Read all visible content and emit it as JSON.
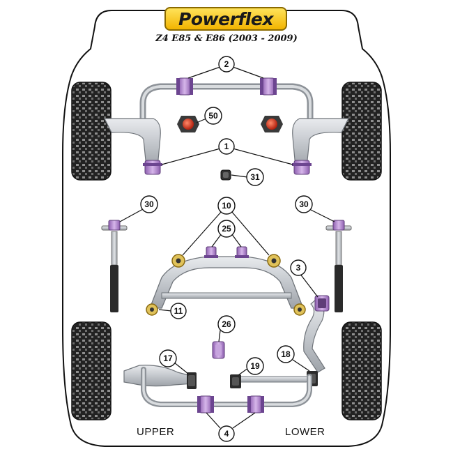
{
  "brand": {
    "logo_text": "Powerflex"
  },
  "vehicle": {
    "subtitle": "Z4 E85 & E86 (2003 - 2009)"
  },
  "labels": {
    "upper": "UPPER",
    "lower": "LOWER"
  },
  "callouts": {
    "c2": "2",
    "c50": "50",
    "c1": "1",
    "c31": "31",
    "c30a": "30",
    "c10": "10",
    "c30b": "30",
    "c25": "25",
    "c3": "3",
    "c11": "11",
    "c26": "26",
    "c17": "17",
    "c18": "18",
    "c19": "19",
    "c4": "4"
  },
  "colors": {
    "bush_purple": "#b58ad0",
    "bush_gold": "#e0c25a",
    "bush_red": "#d8402a",
    "metal_grey": "#cfd2d6"
  }
}
